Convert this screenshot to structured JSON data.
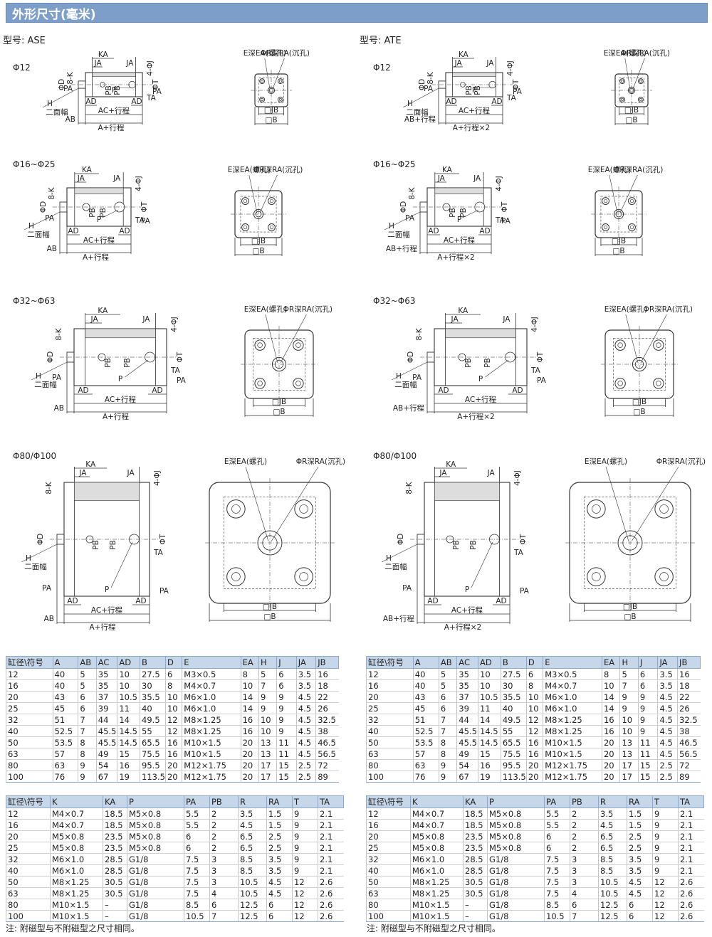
{
  "page_title": "外形尺寸(毫米)",
  "note": "注: 附磁型与不附磁型之尺寸相同。",
  "panels": [
    {
      "model": "型号: ASE",
      "sizes": [
        "Φ12",
        "Φ16~Φ25",
        "Φ32~Φ63",
        "Φ80/Φ100"
      ],
      "labels": {
        "KA": "KA",
        "JA": "JA",
        "J": "4-ΦJ",
        "K": "8-K",
        "D": "ΦD",
        "T": "ΦT",
        "TA": "TA",
        "PB": "PB",
        "P": "P",
        "PA": "PA",
        "AD": "AD",
        "AB": "AB",
        "AC": "AC+行程",
        "A": "A+行程",
        "H": "H",
        "flat": "二面幅",
        "E": "E深EA(螺孔)",
        "R": "ΦR深RA(沉孔)",
        "JB": "□JB",
        "B": "□B"
      }
    },
    {
      "model": "型号: ATE",
      "sizes": [
        "Φ12",
        "Φ16~Φ25",
        "Φ32~Φ63",
        "Φ80/Φ100"
      ],
      "labels": {
        "KA": "KA",
        "JA": "JA",
        "J": "4-ΦJ",
        "K": "8-K",
        "D": "ΦD",
        "T": "ΦT",
        "TA": "TA",
        "PB": "PB",
        "P": "P",
        "PA": "PA",
        "AD": "AD",
        "AB": "AB+行程",
        "AC": "AC+行程",
        "A": "A+行程×2",
        "H": "H",
        "flat": "二面幅",
        "E": "E深EA(螺孔)",
        "R": "ΦR深RA(沉孔)",
        "JB": "□JB",
        "B": "□B"
      }
    }
  ],
  "table1": {
    "headers": [
      "缸径\\符号",
      "A",
      "AB",
      "AC",
      "AD",
      "B",
      "D",
      "E",
      "EA",
      "H",
      "J",
      "JA",
      "JB"
    ],
    "rows": [
      [
        "12",
        "40",
        "5",
        "35",
        "10",
        "27.5",
        "6",
        "M3×0.5",
        "8",
        "5",
        "6",
        "3.5",
        "16"
      ],
      [
        "16",
        "40",
        "5",
        "35",
        "10",
        "30",
        "8",
        "M4×0.7",
        "10",
        "7",
        "6",
        "3.5",
        "18"
      ],
      [
        "20",
        "43",
        "6",
        "37",
        "10.5",
        "35.5",
        "10",
        "M6×1.0",
        "14",
        "9",
        "9",
        "4.5",
        "22"
      ],
      [
        "25",
        "45",
        "6",
        "39",
        "11",
        "40",
        "10",
        "M6×1.0",
        "14",
        "9",
        "9",
        "4.5",
        "26"
      ],
      [
        "32",
        "51",
        "7",
        "44",
        "14",
        "49.5",
        "12",
        "M8×1.25",
        "16",
        "10",
        "9",
        "4.5",
        "32.5"
      ],
      [
        "40",
        "52.5",
        "7",
        "45.5",
        "14.5",
        "55",
        "12",
        "M8×1.25",
        "16",
        "10",
        "9",
        "4.5",
        "38"
      ],
      [
        "50",
        "53.5",
        "8",
        "45.5",
        "14.5",
        "65.5",
        "16",
        "M10×1.5",
        "20",
        "13",
        "11",
        "4.5",
        "46.5"
      ],
      [
        "63",
        "57",
        "8",
        "49",
        "15",
        "75.5",
        "16",
        "M10×1.5",
        "20",
        "13",
        "11",
        "4.5",
        "56.5"
      ],
      [
        "80",
        "63",
        "9",
        "54",
        "16",
        "95.5",
        "20",
        "M12×1.75",
        "20",
        "17",
        "15",
        "2.5",
        "72"
      ],
      [
        "100",
        "76",
        "9",
        "67",
        "19",
        "113.5",
        "20",
        "M12×1.75",
        "20",
        "17",
        "15",
        "2.5",
        "89"
      ]
    ]
  },
  "table2": {
    "headers": [
      "缸径\\符号",
      "K",
      "KA",
      "P",
      "PA",
      "PB",
      "R",
      "RA",
      "T",
      "TA"
    ],
    "rows": [
      [
        "12",
        "M4×0.7",
        "18.5",
        "M5×0.8",
        "5.5",
        "2",
        "3.5",
        "1.5",
        "9",
        "2.1"
      ],
      [
        "16",
        "M4×0.7",
        "18.5",
        "M5×0.8",
        "5.5",
        "2",
        "4.5",
        "1.5",
        "9",
        "2.1"
      ],
      [
        "20",
        "M5×0.8",
        "23.5",
        "M5×0.8",
        "6",
        "2",
        "6.5",
        "2.5",
        "9",
        "2.1"
      ],
      [
        "25",
        "M5×0.8",
        "23.5",
        "M5×0.8",
        "6",
        "2",
        "6.5",
        "2.5",
        "9",
        "2.1"
      ],
      [
        "32",
        "M6×1.0",
        "28.5",
        "G1/8",
        "7.5",
        "3",
        "8.5",
        "3.5",
        "9",
        "2.1"
      ],
      [
        "40",
        "M6×1.0",
        "28.5",
        "G1/8",
        "7.5",
        "3",
        "8.5",
        "3.5",
        "9",
        "2.1"
      ],
      [
        "50",
        "M8×1.25",
        "30.5",
        "G1/8",
        "7.5",
        "3",
        "10.5",
        "4.5",
        "12",
        "2.6"
      ],
      [
        "63",
        "M8×1.25",
        "30.5",
        "G1/8",
        "7.5",
        "4",
        "10.5",
        "4.5",
        "12",
        "2.6"
      ],
      [
        "80",
        "M10×1.5",
        "–",
        "G1/8",
        "8.5",
        "6",
        "12.5",
        "6",
        "12",
        "2.6"
      ],
      [
        "100",
        "M10×1.5",
        "–",
        "G1/8",
        "10.5",
        "7",
        "12.5",
        "6",
        "12",
        "2.6"
      ]
    ]
  }
}
